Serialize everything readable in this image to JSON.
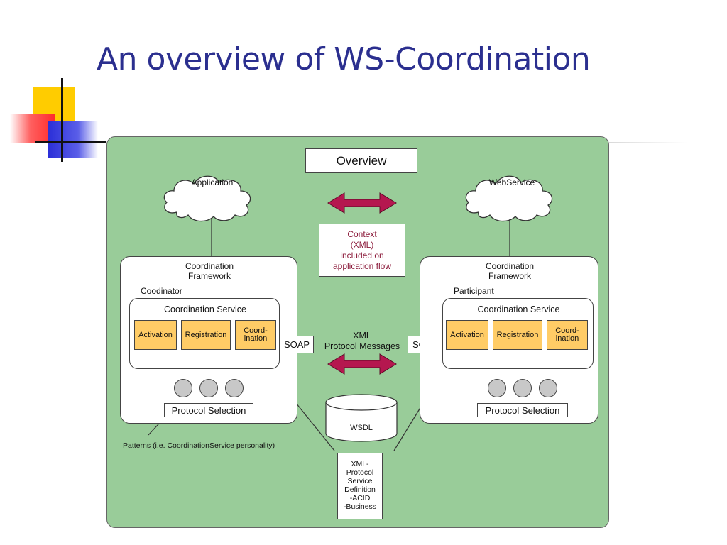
{
  "slide": {
    "title": "An overview of WS-Coordination"
  },
  "diagram": {
    "overview_label": "Overview",
    "clouds": {
      "left": "Application",
      "right": "WebService"
    },
    "context_note": [
      "Context",
      "(XML)",
      "included on",
      "application flow"
    ],
    "messages_note": [
      "XML",
      "Protocol Messages"
    ],
    "left_side": {
      "framework_label": [
        "Coordination",
        "Framework"
      ],
      "role_label": "Coodinator",
      "service_label": "Coordination Service",
      "components": [
        {
          "label": "Activation"
        },
        {
          "label": "Registration"
        },
        {
          "label": [
            "Coord-",
            "ination"
          ]
        }
      ],
      "soap_label": "SOAP",
      "protocol_label": "Protocol Selection"
    },
    "right_side": {
      "framework_label": [
        "Coordination",
        "Framework"
      ],
      "role_label": "Participant",
      "service_label": "Coordination Service",
      "components": [
        {
          "label": "Activation"
        },
        {
          "label": "Registration"
        },
        {
          "label": [
            "Coord-",
            "ination"
          ]
        }
      ],
      "soap_label": "SOAP",
      "protocol_label": "Protocol Selection"
    },
    "patterns_note": "Patterns (i.e. CoordinationService personality)",
    "wsdl_label": "WSDL",
    "definition_box": [
      "XML-",
      "Protocol",
      "Service",
      "Definition",
      "-ACID",
      "-Business"
    ],
    "colors": {
      "panel_background": "#99cc99",
      "component_fill": "#ffcc66",
      "arrow_fill": "#b5174f",
      "title_color": "#2b2f8f"
    }
  }
}
